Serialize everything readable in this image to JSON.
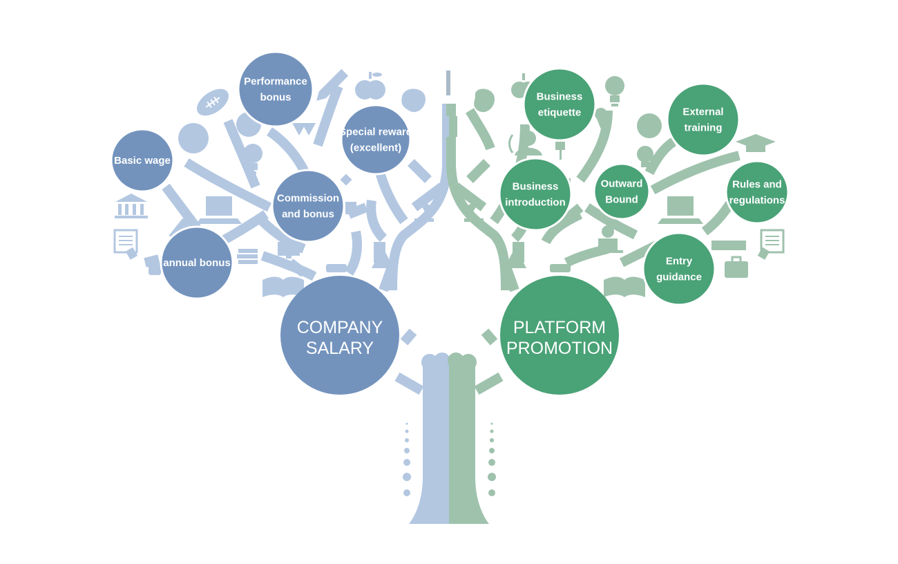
{
  "colors": {
    "blue_node": "#7393bd",
    "blue_tree": "#b3c7e1",
    "green_node": "#4aa277",
    "green_tree": "#9fc2ad",
    "label": "#ffffff"
  },
  "left": {
    "main": {
      "line1": "COMPANY",
      "line2": "SALARY"
    },
    "nodes": [
      {
        "id": "basic-wage",
        "lines": [
          "Basic wage"
        ]
      },
      {
        "id": "performance-bonus",
        "lines": [
          "Performance",
          "bonus"
        ]
      },
      {
        "id": "special-reward",
        "lines": [
          "Special reward",
          "(excellent)"
        ]
      },
      {
        "id": "commission-and-bonus",
        "lines": [
          "Commission",
          "and bonus"
        ]
      },
      {
        "id": "annual-bonus",
        "lines": [
          "annual bonus"
        ]
      }
    ]
  },
  "right": {
    "main": {
      "line1": "PLATFORM",
      "line2": "PROMOTION"
    },
    "nodes": [
      {
        "id": "business-etiquette",
        "lines": [
          "Business",
          "etiquette"
        ]
      },
      {
        "id": "external-training",
        "lines": [
          "External",
          "training"
        ]
      },
      {
        "id": "business-introduction",
        "lines": [
          "Business",
          "introduction"
        ]
      },
      {
        "id": "outward-bound",
        "lines": [
          "Outward",
          "Bound"
        ]
      },
      {
        "id": "rules-and-regulations",
        "lines": [
          "Rules and",
          "regulations"
        ]
      },
      {
        "id": "entry-guidance",
        "lines": [
          "Entry",
          "guidance"
        ]
      }
    ]
  },
  "icons": [
    "football-icon",
    "pencil-icon",
    "apple-icon",
    "bean-icon",
    "test-tube-icon",
    "book-icon",
    "lightbulb-icon",
    "award-ribbon-icon",
    "bank-icon",
    "laptop-icon",
    "document-icon",
    "microscope-icon",
    "flask-icon",
    "open-book-icon",
    "graduation-cap-icon",
    "teacher-icon",
    "briefcase-icon",
    "pushpin-icon",
    "loudspeaker-icon",
    "books-stack-icon",
    "monitor-icon"
  ]
}
